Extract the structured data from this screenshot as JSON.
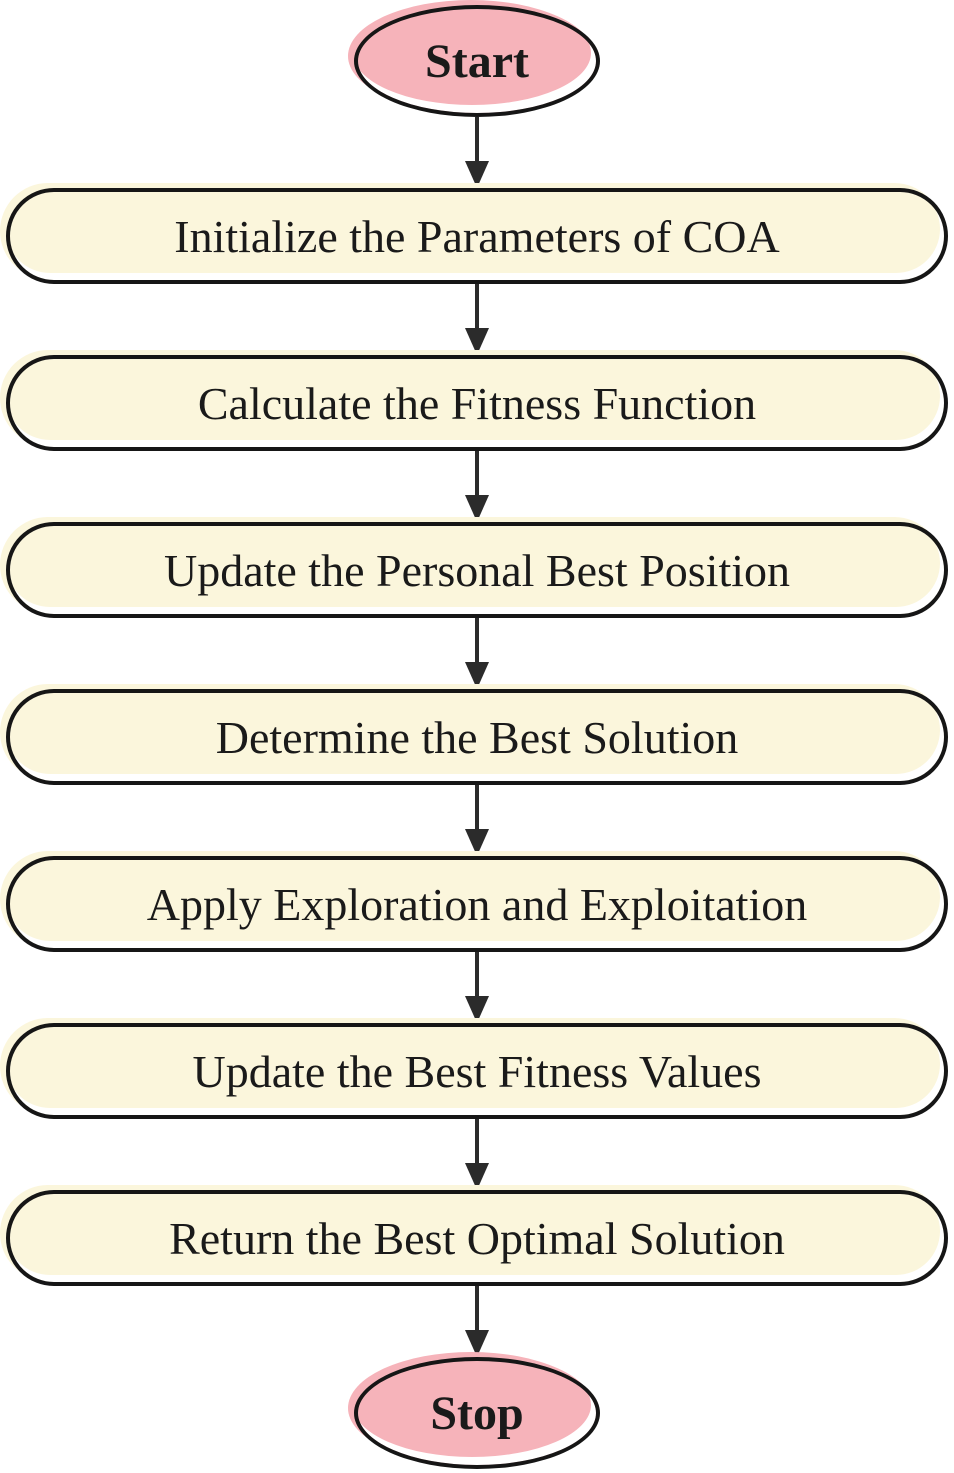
{
  "diagram": {
    "type": "flowchart",
    "direction": "top-down",
    "nodes": [
      {
        "id": "start",
        "shape": "terminator",
        "label": "Start"
      },
      {
        "id": "init-params",
        "shape": "process",
        "label": "Initialize the Parameters of COA"
      },
      {
        "id": "calc-fitness",
        "shape": "process",
        "label": "Calculate the Fitness Function"
      },
      {
        "id": "update-personal-best",
        "shape": "process",
        "label": "Update the Personal Best Position"
      },
      {
        "id": "determine-best-solution",
        "shape": "process",
        "label": "Determine the Best Solution"
      },
      {
        "id": "exploration-exploitation",
        "shape": "process",
        "label": "Apply Exploration and Exploitation"
      },
      {
        "id": "update-best-fitness",
        "shape": "process",
        "label": "Update the Best Fitness Values"
      },
      {
        "id": "return-best-solution",
        "shape": "process",
        "label": "Return the Best Optimal Solution"
      },
      {
        "id": "stop",
        "shape": "terminator",
        "label": "Stop"
      }
    ],
    "edges": [
      {
        "from": "start",
        "to": "init-params"
      },
      {
        "from": "init-params",
        "to": "calc-fitness"
      },
      {
        "from": "calc-fitness",
        "to": "update-personal-best"
      },
      {
        "from": "update-personal-best",
        "to": "determine-best-solution"
      },
      {
        "from": "determine-best-solution",
        "to": "exploration-exploitation"
      },
      {
        "from": "exploration-exploitation",
        "to": "update-best-fitness"
      },
      {
        "from": "update-best-fitness",
        "to": "return-best-solution"
      },
      {
        "from": "return-best-solution",
        "to": "stop"
      }
    ],
    "colors": {
      "terminator_fill": "#F6B3BA",
      "process_fill": "#FBF6DC",
      "outline": "#161616",
      "arrow": "#2B2B2B",
      "text": "#1A1A1A",
      "background": "#FFFFFF"
    }
  }
}
